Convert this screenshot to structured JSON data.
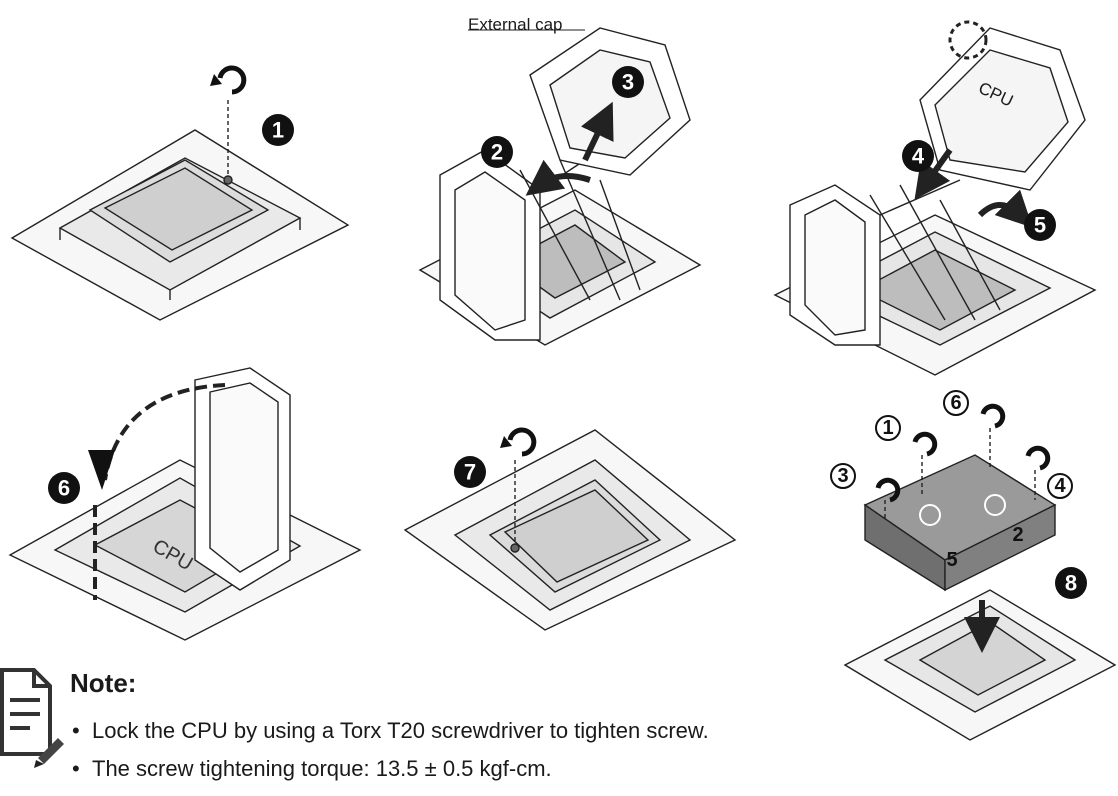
{
  "labels": {
    "external_cap": "External cap",
    "cpu_lid": "CPU",
    "cpu_socket": "CPU"
  },
  "steps": [
    "1",
    "2",
    "3",
    "4",
    "5",
    "6",
    "7",
    "8"
  ],
  "screw_order": [
    "1",
    "2",
    "3",
    "4",
    "5",
    "6"
  ],
  "note": {
    "title": "Note:",
    "items": [
      "Lock the CPU by using a Torx T20 screwdriver to tighten screw.",
      "The screw tightening torque: 13.5 ± 0.5 kgf-cm."
    ]
  },
  "colors": {
    "line": "#222222",
    "badge": "#111111",
    "background": "#ffffff"
  }
}
